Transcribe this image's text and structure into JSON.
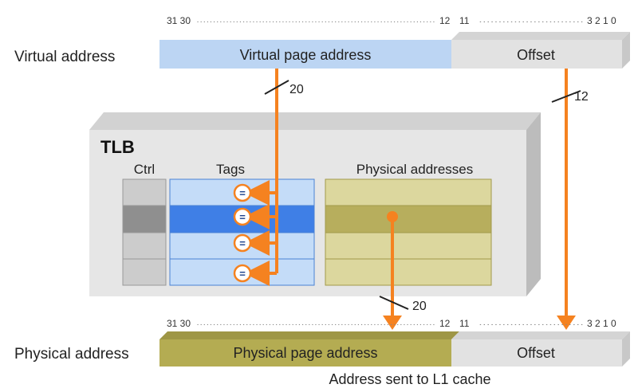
{
  "virtual": {
    "row_label": "Virtual address",
    "page_label": "Virtual page address",
    "offset_label": "Offset",
    "bits": {
      "hi": "31 30",
      "dots1": "·········································································",
      "mid_left": "12",
      "mid_right": "11",
      "dots2": "···························",
      "lo": "3  2  1  0"
    }
  },
  "tlb": {
    "title": "TLB",
    "col_ctrl": "Ctrl",
    "col_tags": "Tags",
    "col_phys": "Physical addresses",
    "compare_symbol": "=",
    "rows": 4,
    "hit_row": 2
  },
  "buses": {
    "vpn_width": "20",
    "offset_width": "12",
    "ppn_width": "20"
  },
  "physical": {
    "row_label": "Physical address",
    "page_label": "Physical page address",
    "offset_label": "Offset",
    "bits": {
      "hi": "31 30",
      "dots1": "·········································································",
      "mid_left": "12",
      "mid_right": "11",
      "dots2": "···························",
      "lo": "3  2  1  0"
    }
  },
  "caption": "Address sent to L1 cache",
  "colors": {
    "virtual_page": "#bcd5f3",
    "offset": "#e2e2e2",
    "offset_side": "#c8c8c8",
    "tlb_face": "#e6e6e6",
    "tlb_top": "#d2d2d2",
    "tlb_side": "#bcbcbc",
    "tag_cell": "#c4dcf8",
    "tag_border": "#4a82d4",
    "tag_hit": "#3f7fe6",
    "phys_cell": "#dcd79e",
    "phys_hit": "#b7ae5d",
    "phys_border": "#a29a4a",
    "ctrl_cell": "#cccccc",
    "ctrl_hit": "#8f8f8f",
    "physical_page": "#b4ac52",
    "arrow": "#f58220"
  }
}
